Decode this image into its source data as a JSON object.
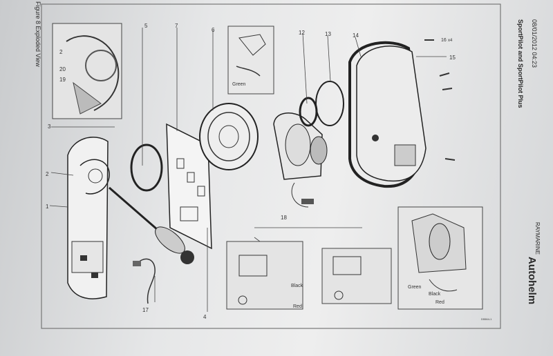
{
  "figure_caption": "Figure 8 Exploded View",
  "header": {
    "timestamp": "08/01/2012  04:23",
    "product": "SportPilot and SportPilot Plus",
    "company": "RAYMARINE",
    "brand": "Autohelm"
  },
  "doc_code": "D5564-1",
  "callouts": [
    "1",
    "2",
    "3",
    "4",
    "5",
    "6",
    "7",
    "12",
    "13",
    "14",
    "15",
    "16",
    "17",
    "18",
    "19",
    "20"
  ],
  "callout_16_suffix": "x4",
  "inset_labels": {
    "green_top": "Green",
    "black_left": "Black",
    "red_left": "Red",
    "green_right": "Green",
    "black_right": "Black",
    "red_right": "Red"
  }
}
